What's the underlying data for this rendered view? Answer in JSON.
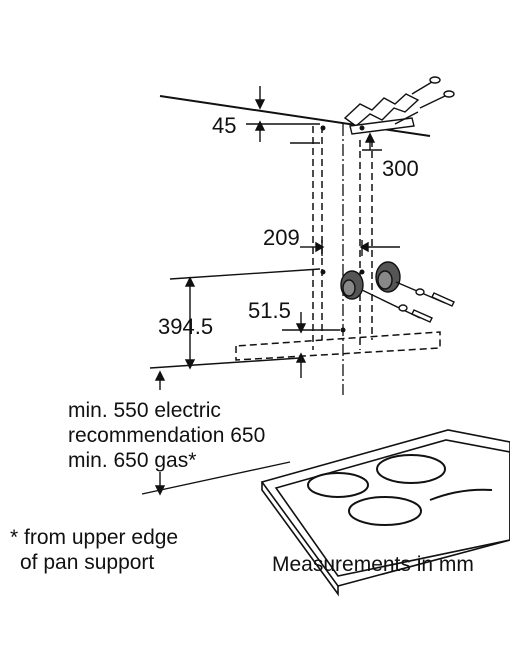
{
  "dimensions": {
    "top_offset": "45",
    "right_offset": "300",
    "bracket_gap": "209",
    "height_between": "394.5",
    "small_offset": "51.5"
  },
  "notes": {
    "line_electric": "min. 550 electric",
    "line_recommendation": "recommendation 650",
    "line_gas": "min. 650 gas*",
    "footnote_line1": "* from upper edge",
    "footnote_line2": "of pan support",
    "units": "Measurements in mm"
  }
}
